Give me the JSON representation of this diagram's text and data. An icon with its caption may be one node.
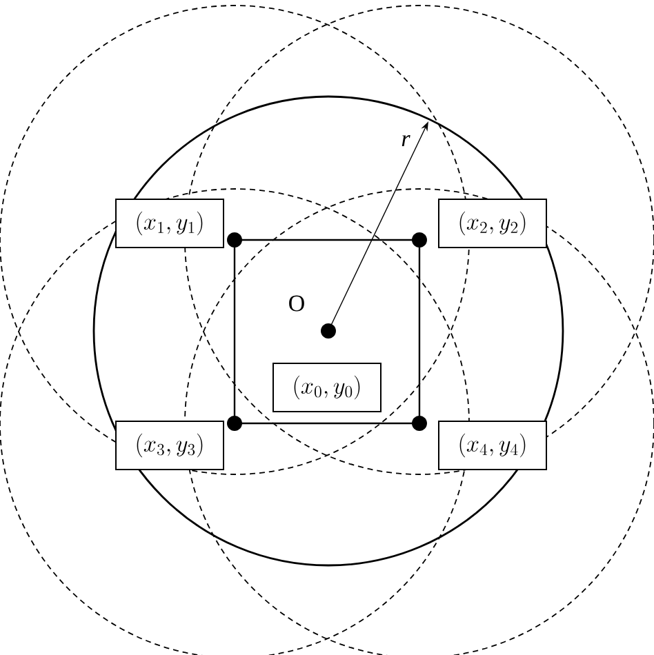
{
  "diagram": {
    "nodes": [
      {
        "text": [
          "(x_1, y_1)"
        ]
      },
      {
        "text": [
          "(x_2, y_2)"
        ]
      },
      {
        "text": [
          "(x_0, y_0)"
        ]
      },
      {
        "text": [
          "(x_3, y_3)"
        ]
      },
      {
        "text": [
          "(x_4, y_4)"
        ]
      }
    ],
    "labels": [
      "r",
      "O"
    ]
  }
}
